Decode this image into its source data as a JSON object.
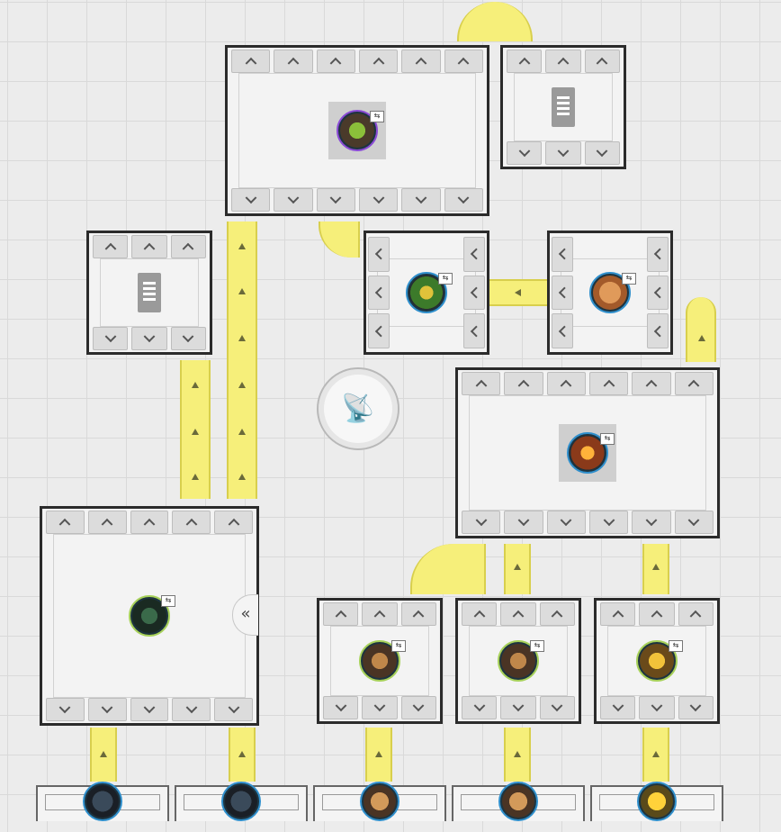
{
  "board": {
    "colors": {
      "belt": "#f6ef7a",
      "building_border": "#2b2b2b",
      "item_ring_blue": "#2f8fcc",
      "item_ring_green": "#a7d15a",
      "item_ring_purple": "#8a4bd6"
    }
  },
  "buildings": [
    {
      "name": "assembler-top",
      "icon": "circuit-item-icon"
    },
    {
      "name": "storage-top-right",
      "icon": "storage-icon"
    },
    {
      "name": "storage-left",
      "icon": "storage-icon"
    },
    {
      "name": "smelter-gem",
      "icon": "gem-ingot-icon"
    },
    {
      "name": "smelter-brick",
      "icon": "brick-icon"
    },
    {
      "name": "refinery-ore",
      "icon": "glowing-ore-icon"
    },
    {
      "name": "processor-dark",
      "icon": "dark-crystal-icon"
    },
    {
      "name": "crusher-1",
      "icon": "copper-rock-icon"
    },
    {
      "name": "crusher-2",
      "icon": "copper-rock-icon"
    },
    {
      "name": "crusher-3",
      "icon": "gold-rock-icon"
    }
  ],
  "extractors": [
    {
      "name": "extractor-coal-1",
      "icon": "coal-icon"
    },
    {
      "name": "extractor-coal-2",
      "icon": "coal-icon"
    },
    {
      "name": "extractor-copper-1",
      "icon": "copper-ore-icon"
    },
    {
      "name": "extractor-copper-2",
      "icon": "copper-ore-icon"
    },
    {
      "name": "extractor-gold",
      "icon": "gold-ore-icon"
    }
  ],
  "hub": {
    "icon": "antenna-icon"
  },
  "side_tab": {
    "icon": "double-chevron-left-icon"
  }
}
